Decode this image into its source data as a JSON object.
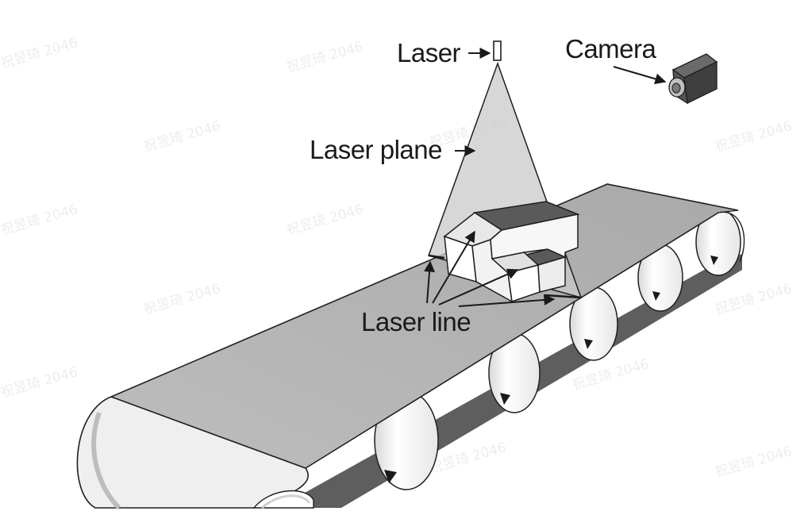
{
  "labels": {
    "laser": "Laser",
    "camera": "Camera",
    "laser_plane": "Laser plane",
    "laser_line": "Laser line"
  },
  "watermark": "祝昱琦 2046",
  "colors": {
    "belt_top": "#b5b5b5",
    "belt_dark": "#5e5e5e",
    "roller": "#f4f4f4",
    "laser_plane": "#c9c9c9",
    "object_top": "#5a5a5a",
    "camera_body": "#4d4d4d",
    "text": "#1a1a1a"
  },
  "icons": [
    "laser-emitter-icon",
    "camera-icon"
  ]
}
